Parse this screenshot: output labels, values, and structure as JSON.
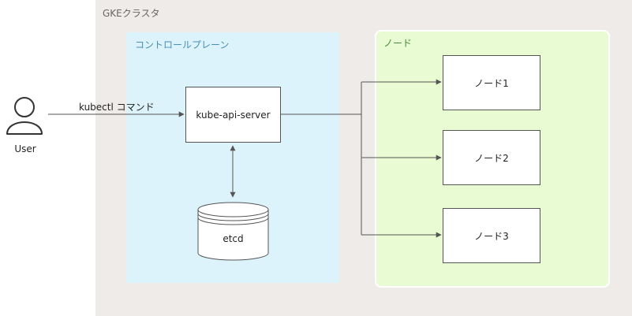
{
  "cluster": {
    "label": "GKEクラスタ"
  },
  "control_plane": {
    "label": "コントロールプレーン",
    "api_server": "kube-api-server",
    "etcd": "etcd"
  },
  "nodes": {
    "label": "ノード",
    "items": [
      "ノード1",
      "ノード2",
      "ノード3"
    ]
  },
  "user": {
    "label": "User"
  },
  "edges": {
    "user_to_api": "kubectl コマンド"
  },
  "colors": {
    "cluster_bg": "#efebe9",
    "control_plane_bg": "#ddf3fb",
    "node_area_bg": "#e8fbd3",
    "line": "#555555"
  }
}
